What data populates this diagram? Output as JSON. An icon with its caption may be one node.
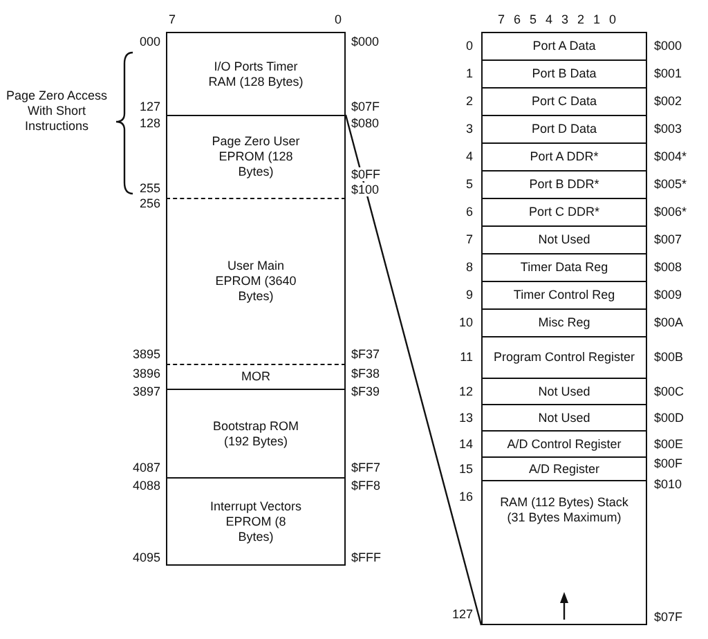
{
  "diagram": {
    "nodes": [
      {
        "text": [
          "I/O Ports Timer RAM (128 Bytes)"
        ]
      },
      {
        "text": [
          "Page Zero User EPROM (128 Bytes)"
        ]
      },
      {
        "text": [
          "User Main EPROM (3640 Bytes)"
        ]
      },
      {
        "text": [
          "MOR"
        ]
      },
      {
        "text": [
          "Bootstrap ROM (192 Bytes)"
        ]
      },
      {
        "text": [
          "Interrupt Vectors EPROM (8 Bytes)"
        ]
      },
      {
        "text": [
          "Port A Data"
        ],
        "beside": [
          "0",
          "$000"
        ]
      },
      {
        "text": [
          "Port B Data"
        ],
        "beside": [
          "1",
          "$001"
        ]
      },
      {
        "text": [
          "Port C Data"
        ],
        "beside": [
          "2",
          "$002"
        ]
      },
      {
        "text": [
          "Port D Data"
        ],
        "beside": [
          "3",
          "$003"
        ]
      },
      {
        "text": [
          "Port A DDR*"
        ],
        "beside": [
          "4",
          "$004*"
        ]
      },
      {
        "text": [
          "Port B DDR*"
        ],
        "beside": [
          "5",
          "$005*"
        ]
      },
      {
        "text": [
          "Port C DDR*"
        ],
        "beside": [
          "6",
          "$006*"
        ]
      },
      {
        "text": [
          "Not Used"
        ],
        "beside": [
          "7",
          "$007"
        ]
      },
      {
        "text": [
          "Timer Data Reg"
        ],
        "beside": [
          "8",
          "$008"
        ]
      },
      {
        "text": [
          "Timer Control Reg"
        ],
        "beside": [
          "9",
          "$009"
        ]
      },
      {
        "text": [
          "Misc Reg"
        ],
        "beside": [
          "10",
          "$00A"
        ]
      },
      {
        "text": [
          "Program Control Register"
        ],
        "beside": [
          "11",
          "$00B"
        ]
      },
      {
        "text": [
          "Not Used"
        ],
        "beside": [
          "12",
          "$00C"
        ]
      },
      {
        "text": [
          "Not Used"
        ],
        "beside": [
          "13",
          "$00D"
        ]
      },
      {
        "text": [
          "A/D Control Register"
        ],
        "beside": [
          "14",
          "$00E"
        ]
      },
      {
        "text": [
          "A/D Register"
        ],
        "beside": [
          "15",
          "$00F"
        ]
      },
      {
        "text": [
          "RAM (112 Bytes) Stack (31 Bytes Maximum)"
        ],
        "beside": [
          "16",
          "127",
          "$010",
          "$07F"
        ]
      }
    ],
    "edges": [
      {
        "from": 1,
        "to": 22,
        "arrow": "none"
      }
    ],
    "labels": [
      "7",
      "0",
      "7 6 5 4 3 2 1 0",
      "Page Zero Access With Short Instructions",
      "000",
      "$000",
      "127",
      "$07F",
      "128",
      "$080",
      "255",
      "$0FF",
      "256",
      "$100",
      "3895",
      "$F37",
      "3896",
      "$F38",
      "3897",
      "$F39",
      "4087",
      "$FF7",
      "4088",
      "$FF8",
      "4095",
      "$FFF"
    ]
  }
}
